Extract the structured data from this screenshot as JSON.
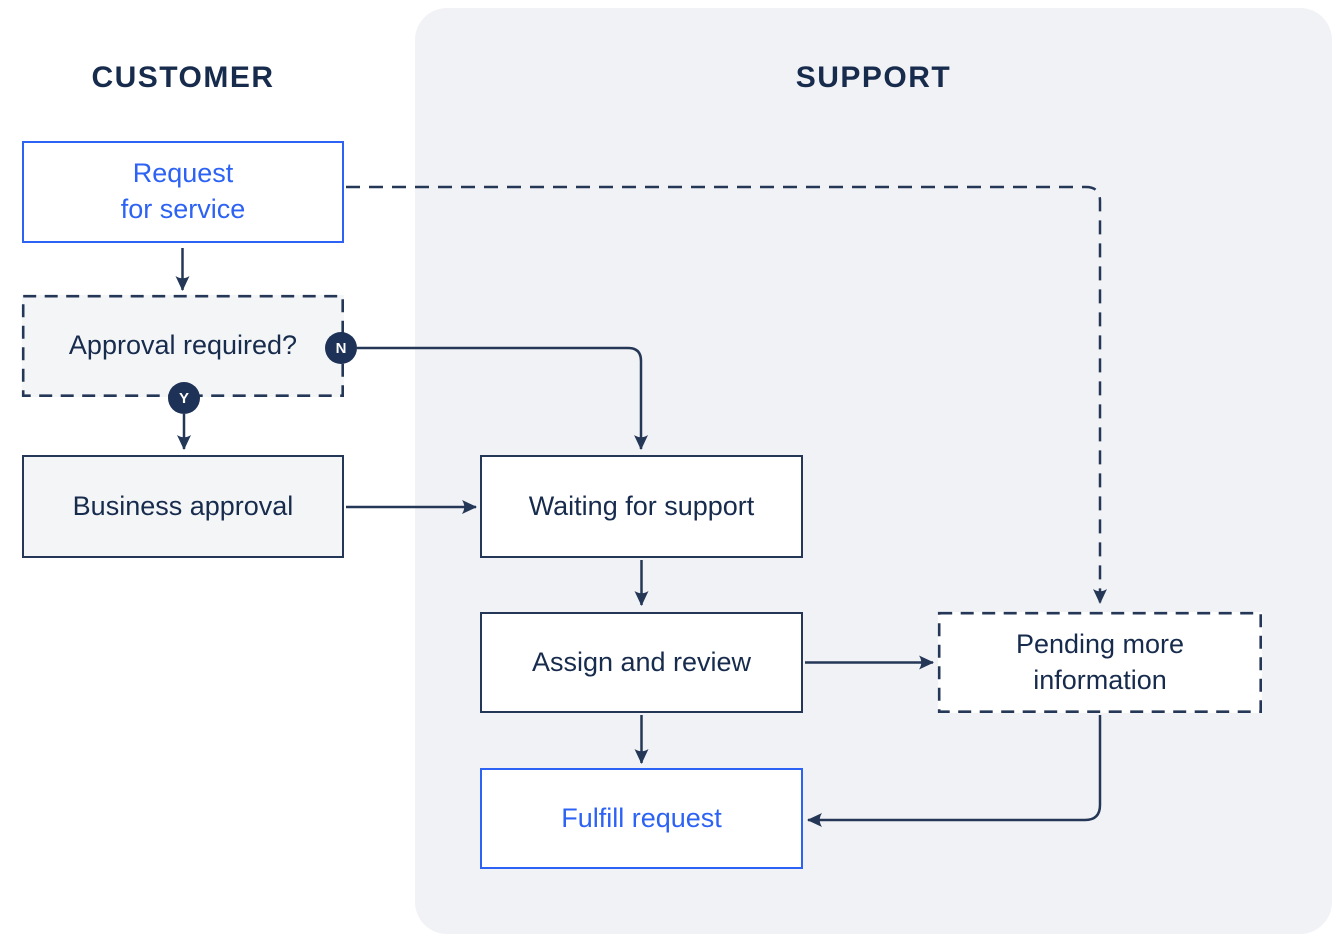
{
  "lanes": {
    "customer": {
      "label": "CUSTOMER"
    },
    "support": {
      "label": "SUPPORT"
    }
  },
  "nodes": {
    "request_for_service": {
      "line1": "Request",
      "line2": "for service",
      "style": "blue-solid"
    },
    "approval_required": {
      "label": "Approval required?",
      "style": "dashed-gray"
    },
    "business_approval": {
      "label": "Business approval",
      "style": "solid-gray"
    },
    "waiting_for_support": {
      "label": "Waiting for support",
      "style": "solid-white"
    },
    "assign_and_review": {
      "label": "Assign and review",
      "style": "solid-white"
    },
    "pending_more_information": {
      "line1": "Pending more",
      "line2": "information",
      "style": "dashed-white"
    },
    "fulfill_request": {
      "label": "Fulfill request",
      "style": "blue-solid"
    }
  },
  "badges": {
    "no": {
      "label": "N"
    },
    "yes": {
      "label": "Y"
    }
  },
  "edges": [
    {
      "from": "request_for_service",
      "to": "approval_required",
      "style": "solid"
    },
    {
      "from": "request_for_service",
      "to": "pending_more_information",
      "style": "dashed"
    },
    {
      "from": "approval_required",
      "to": "waiting_for_support",
      "style": "solid",
      "condition": "N"
    },
    {
      "from": "approval_required",
      "to": "business_approval",
      "style": "solid",
      "condition": "Y"
    },
    {
      "from": "business_approval",
      "to": "waiting_for_support",
      "style": "solid"
    },
    {
      "from": "waiting_for_support",
      "to": "assign_and_review",
      "style": "solid"
    },
    {
      "from": "assign_and_review",
      "to": "pending_more_information",
      "style": "solid"
    },
    {
      "from": "assign_and_review",
      "to": "fulfill_request",
      "style": "solid"
    },
    {
      "from": "pending_more_information",
      "to": "fulfill_request",
      "style": "solid"
    }
  ],
  "colors": {
    "navy_text": "#172B4D",
    "line_navy": "#243757",
    "badge_fill": "#1E3156",
    "accent_blue": "#2D63F4",
    "lane_background": "#F1F2F5",
    "gray_box_fill": "#F4F5F7",
    "white": "#FFFFFF"
  }
}
